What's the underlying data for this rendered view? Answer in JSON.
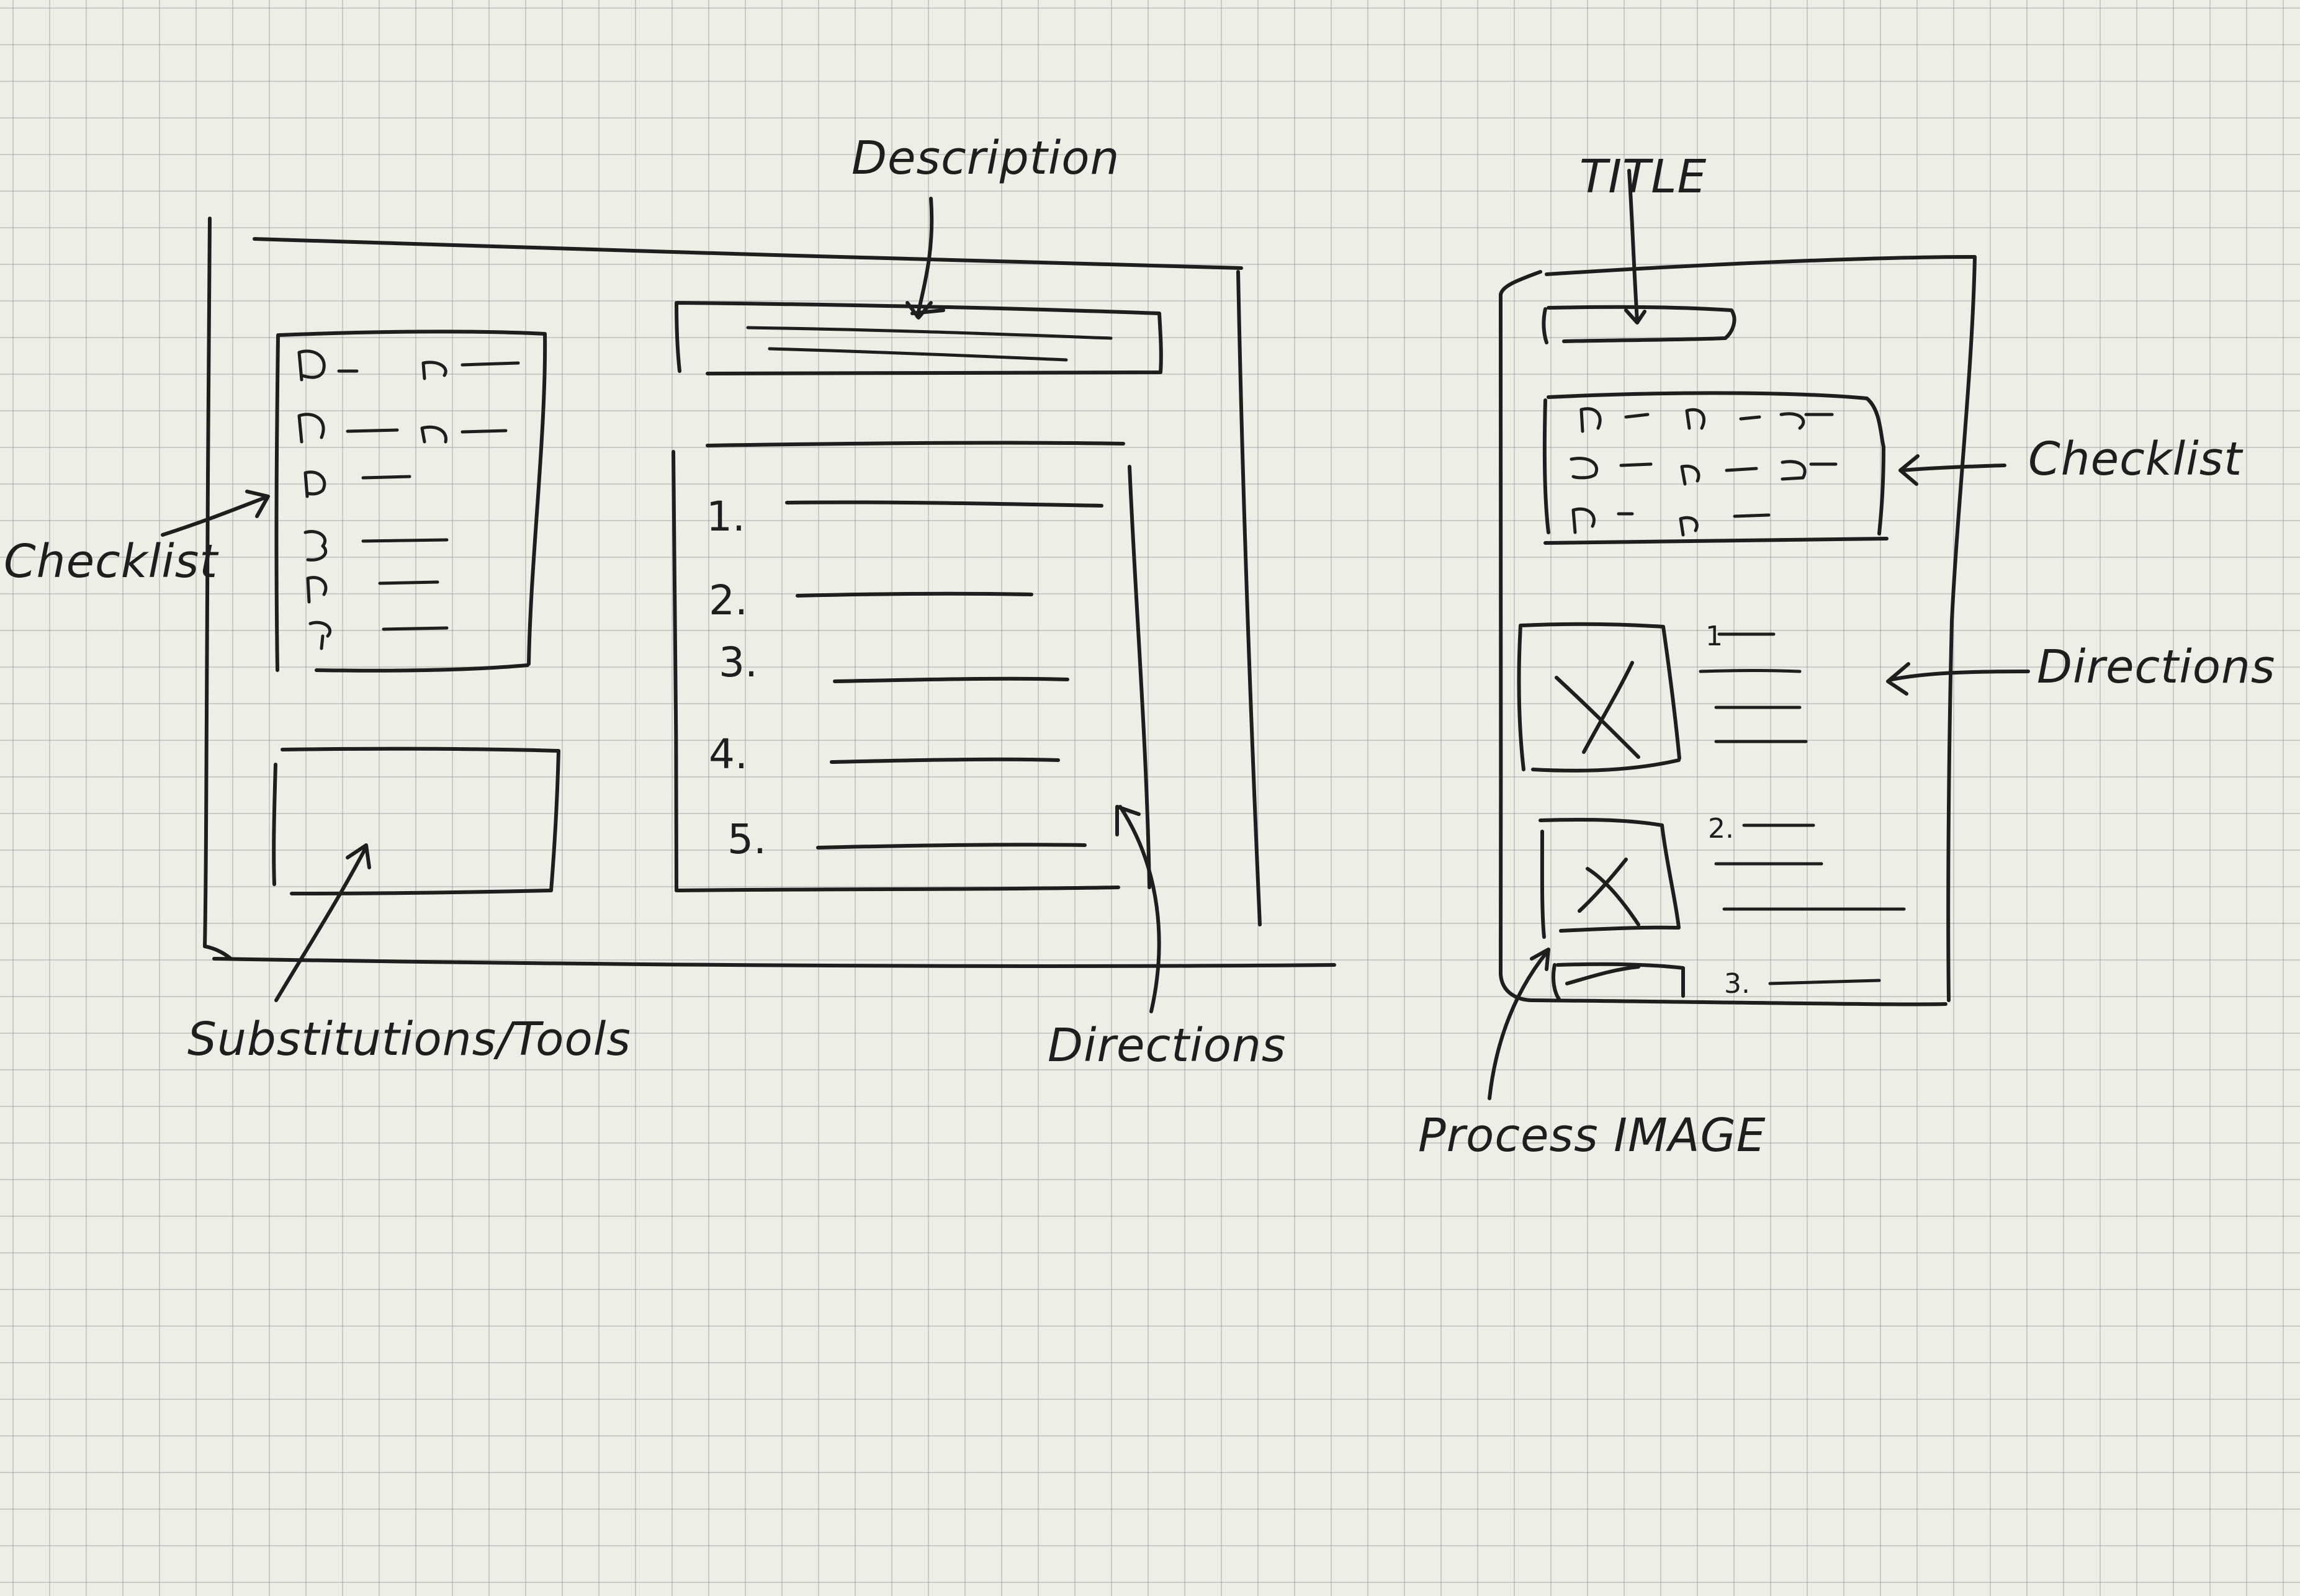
{
  "annotations": {
    "description": "Description",
    "checklist_left": "Checklist",
    "substitutions_tools": "Substitutions/Tools",
    "directions_bottom": "Directions",
    "title": "TITLE",
    "checklist_right": "Checklist",
    "directions_right": "Directions",
    "process_image": "Process IMAGE"
  },
  "desktop_steps": [
    "1.",
    "2.",
    "3.",
    "4.",
    "5."
  ],
  "mobile_steps": [
    "1",
    "2.",
    "3."
  ]
}
